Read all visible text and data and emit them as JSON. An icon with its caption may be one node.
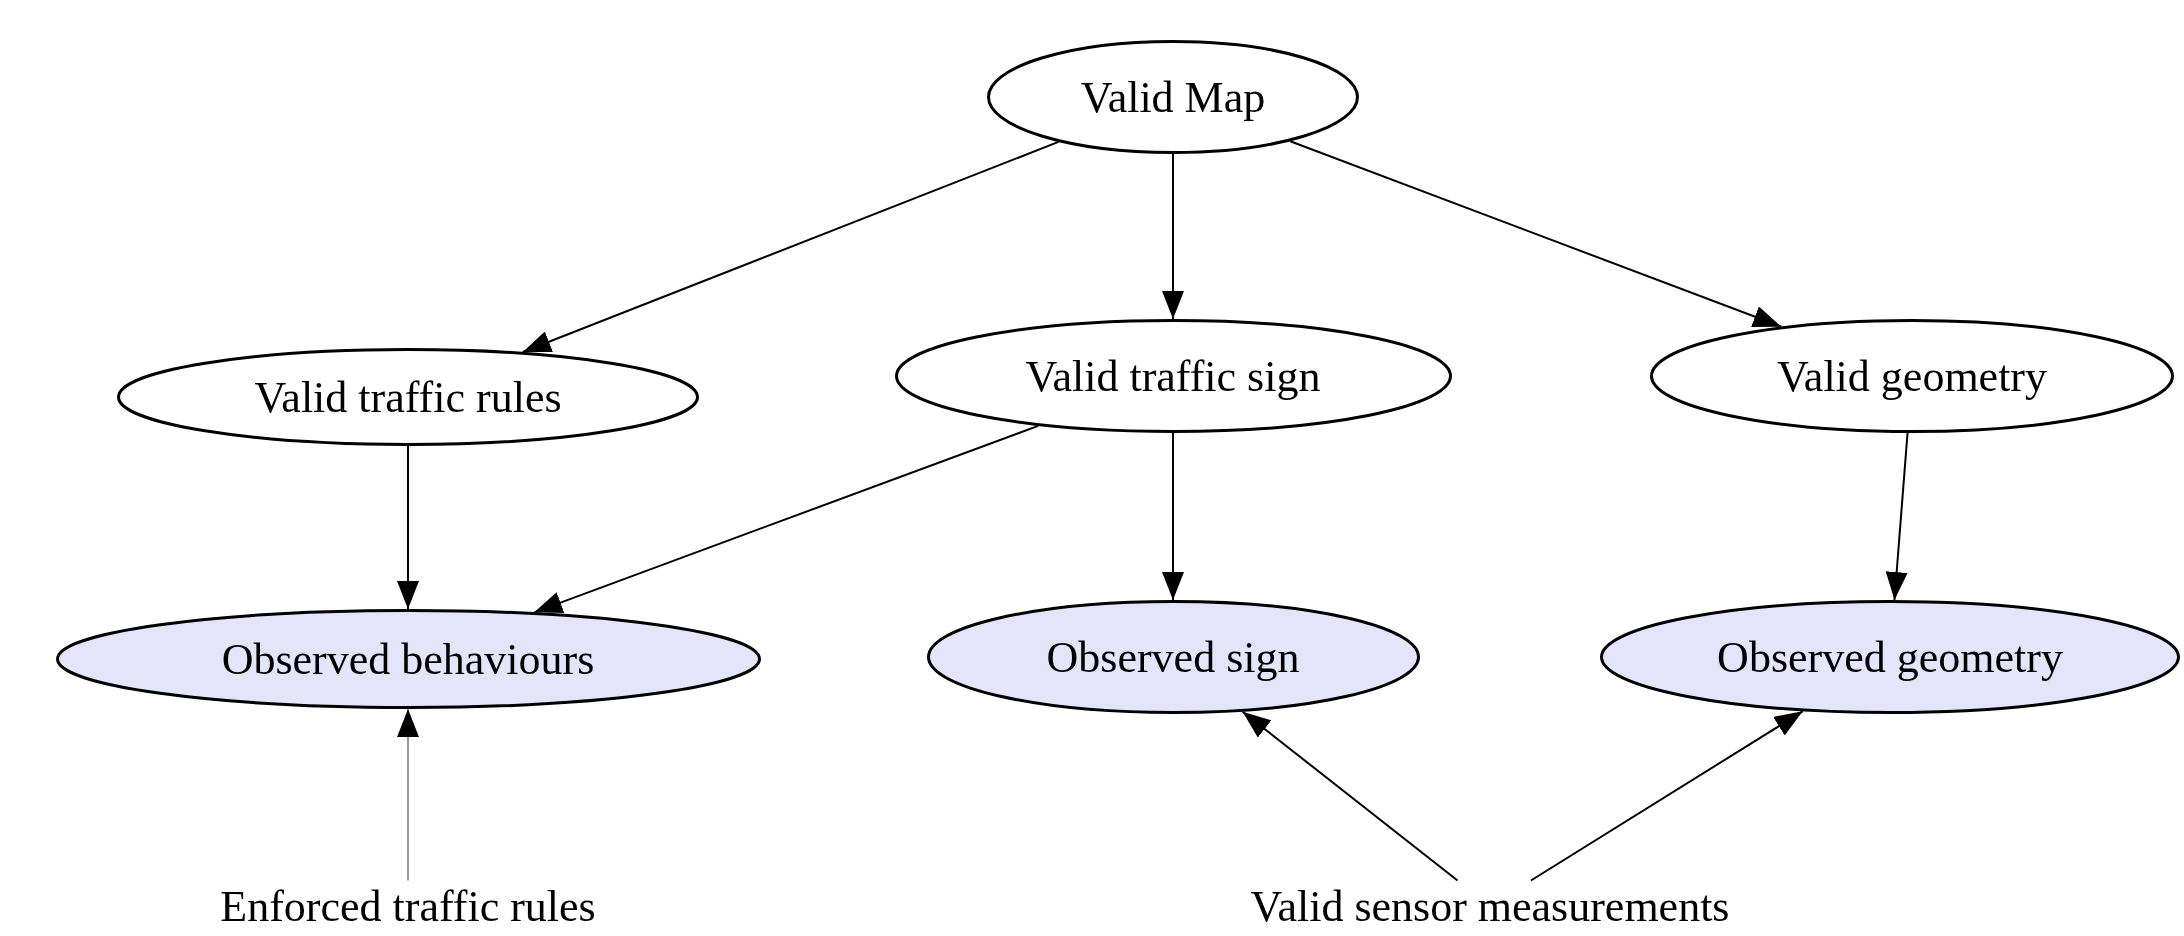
{
  "diagram": {
    "nodes": [
      {
        "text": [
          "Valid Map"
        ]
      },
      {
        "text": [
          "Valid traffic rules"
        ]
      },
      {
        "text": [
          "Valid traffic sign"
        ]
      },
      {
        "text": [
          "Valid geometry"
        ]
      },
      {
        "text": [
          "Observed behaviours"
        ]
      },
      {
        "text": [
          "Observed sign"
        ]
      },
      {
        "text": [
          "Observed geometry"
        ]
      },
      {
        "text": [
          "Enforced traffic rules"
        ]
      },
      {
        "text": [
          "Valid sensor measurements"
        ]
      }
    ],
    "edges": [
      {
        "from": 0,
        "to": 1,
        "arrow": "to"
      },
      {
        "from": 0,
        "to": 2,
        "arrow": "to"
      },
      {
        "from": 0,
        "to": 3,
        "arrow": "to"
      },
      {
        "from": 1,
        "to": 4,
        "arrow": "to"
      },
      {
        "from": 2,
        "to": 4,
        "arrow": "to"
      },
      {
        "from": 2,
        "to": 5,
        "arrow": "to"
      },
      {
        "from": 3,
        "to": 6,
        "arrow": "to"
      },
      {
        "from": 7,
        "to": 4,
        "arrow": "to",
        "color": "#999999"
      },
      {
        "from": 8,
        "to": 5,
        "arrow": "to"
      },
      {
        "from": 8,
        "to": 6,
        "arrow": "to"
      }
    ]
  }
}
